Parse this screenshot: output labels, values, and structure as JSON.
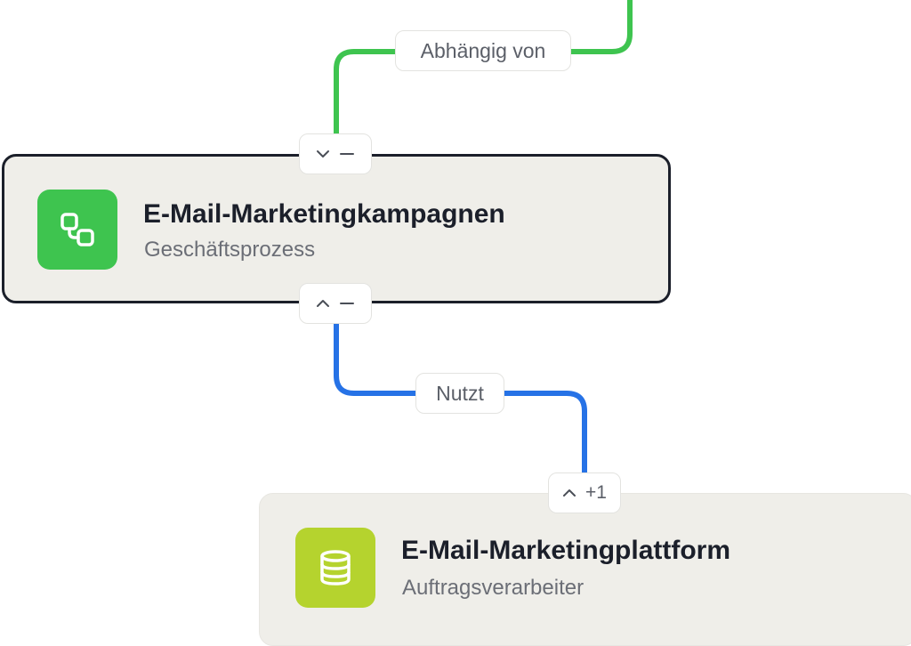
{
  "edges": [
    {
      "label": "Abhängig von",
      "color": "#3ec44f"
    },
    {
      "label": "Nutzt",
      "color": "#2672e6"
    }
  ],
  "nodes": [
    {
      "title": "E-Mail-Marketingkampagnen",
      "subtitle": "Geschäftsprozess",
      "icon": "process-flow-icon",
      "icon_color": "#3ec44f",
      "selected": true
    },
    {
      "title": "E-Mail-Marketingplattform",
      "subtitle": "Auftragsverarbeiter",
      "icon": "database-icon",
      "icon_color": "#b5d32e",
      "selected": false,
      "collapsed_count": "+1"
    }
  ],
  "colors": {
    "selected_border": "#1b1f2a",
    "card_background": "#efeee9"
  }
}
